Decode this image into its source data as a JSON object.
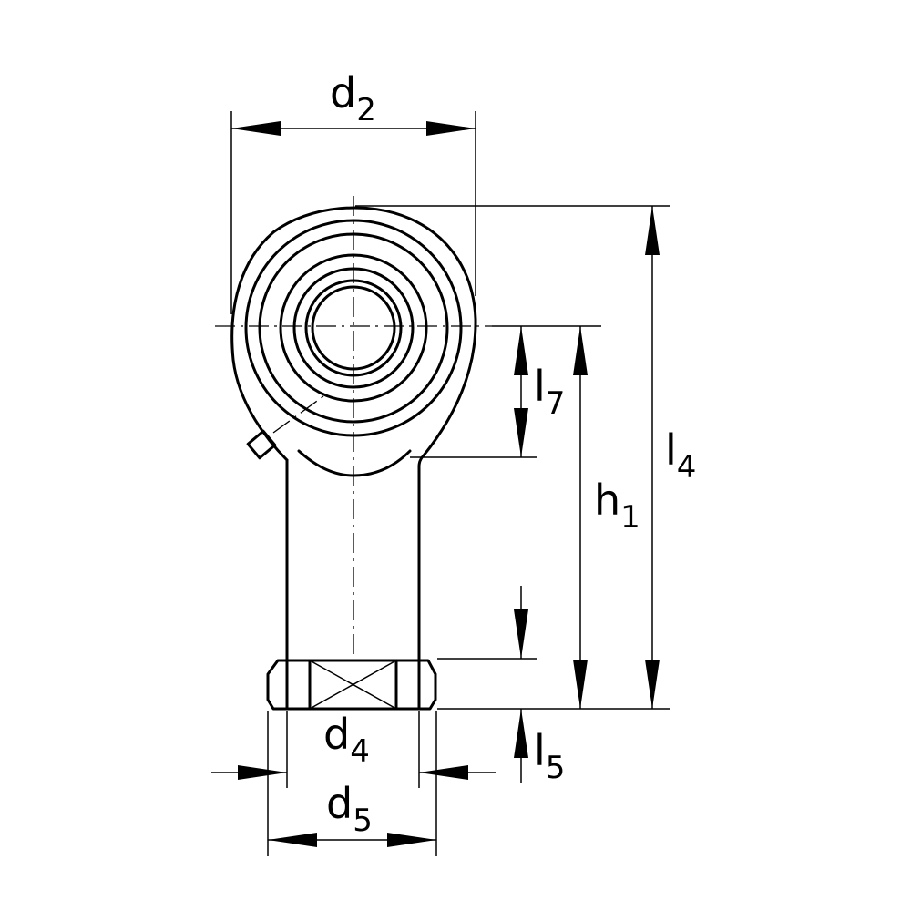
{
  "labels": {
    "d2": {
      "main": "d",
      "sub": "2"
    },
    "l7": {
      "main": "l",
      "sub": "7"
    },
    "h1": {
      "main": "h",
      "sub": "1"
    },
    "l4": {
      "main": "l",
      "sub": "4"
    },
    "d4": {
      "main": "d",
      "sub": "4"
    },
    "l5": {
      "main": "l",
      "sub": "5"
    },
    "d5": {
      "main": "d",
      "sub": "5"
    }
  }
}
